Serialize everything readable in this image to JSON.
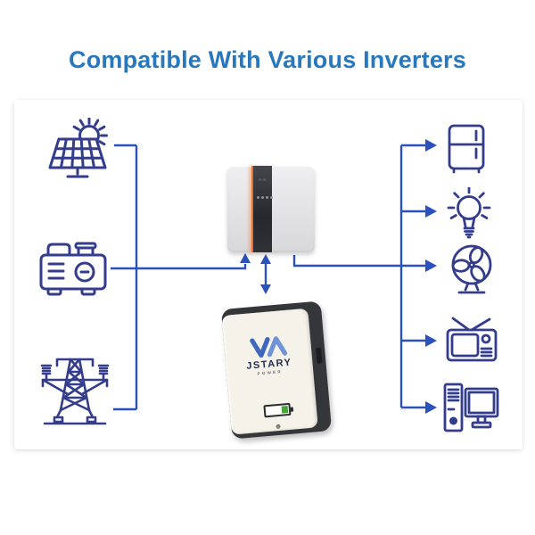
{
  "title": "Compatible With Various Inverters",
  "colors": {
    "title_text": "#2878BD",
    "icon_stroke": "#343D8C",
    "connector": "#2B51BC",
    "inverter_accent": "#E8712C",
    "battery_face": "#F5F2E9",
    "battery_case": "#35363A",
    "battery_logo_blue": "#4470C4",
    "battery_level_green": "#4AA43E"
  },
  "diagram": {
    "sources": [
      {
        "name": "solar-panel",
        "icon": "solar-panel-icon"
      },
      {
        "name": "generator",
        "icon": "generator-icon"
      },
      {
        "name": "power-grid",
        "icon": "transmission-tower-icon"
      }
    ],
    "center": {
      "inverter": {
        "name": "inverter",
        "led_count": 4,
        "stripe": "dark-glass-panel-with-orange-accent"
      },
      "battery": {
        "brand": "JSTARY",
        "brand_sub": "POWER",
        "logo": "VA-monogram",
        "indicator": "battery-level-display"
      }
    },
    "loads": [
      {
        "name": "refrigerator",
        "icon": "refrigerator-icon"
      },
      {
        "name": "light-bulb",
        "icon": "light-bulb-icon"
      },
      {
        "name": "fan",
        "icon": "fan-icon"
      },
      {
        "name": "tv",
        "icon": "tv-icon"
      },
      {
        "name": "computer",
        "icon": "desktop-computer-icon"
      }
    ]
  }
}
